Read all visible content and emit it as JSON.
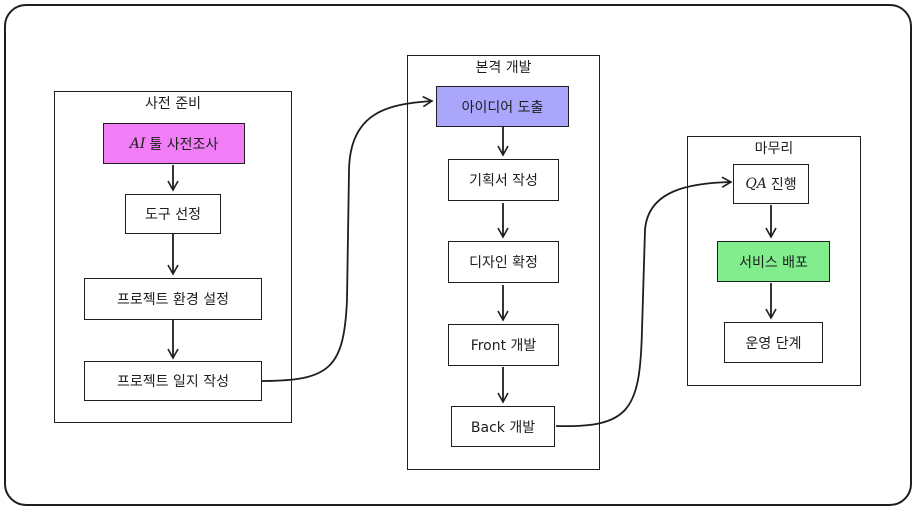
{
  "groups": {
    "prep": {
      "title": "사전 준비"
    },
    "dev": {
      "title": "본격 개발"
    },
    "finish": {
      "title": "마무리"
    }
  },
  "nodes": {
    "ai_research": {
      "prefix": "AI",
      "label": "툴 사전조사",
      "color": "#f27ef7"
    },
    "tool_select": {
      "label": "도구 선정"
    },
    "env_setup": {
      "label": "프로젝트 환경 설정"
    },
    "log_write": {
      "label": "프로젝트 일지 작성"
    },
    "ideation": {
      "label": "아이디어 도출",
      "color": "#aaa6fb"
    },
    "plan_doc": {
      "label": "기획서 작성"
    },
    "design": {
      "label": "디자인 확정"
    },
    "front": {
      "label": "Front 개발"
    },
    "back": {
      "label": "Back 개발"
    },
    "qa": {
      "prefix": "QA",
      "label": "진행"
    },
    "deploy": {
      "label": "서비스 배포",
      "color": "#82ed8d"
    },
    "operate": {
      "label": "운영 단계"
    }
  }
}
